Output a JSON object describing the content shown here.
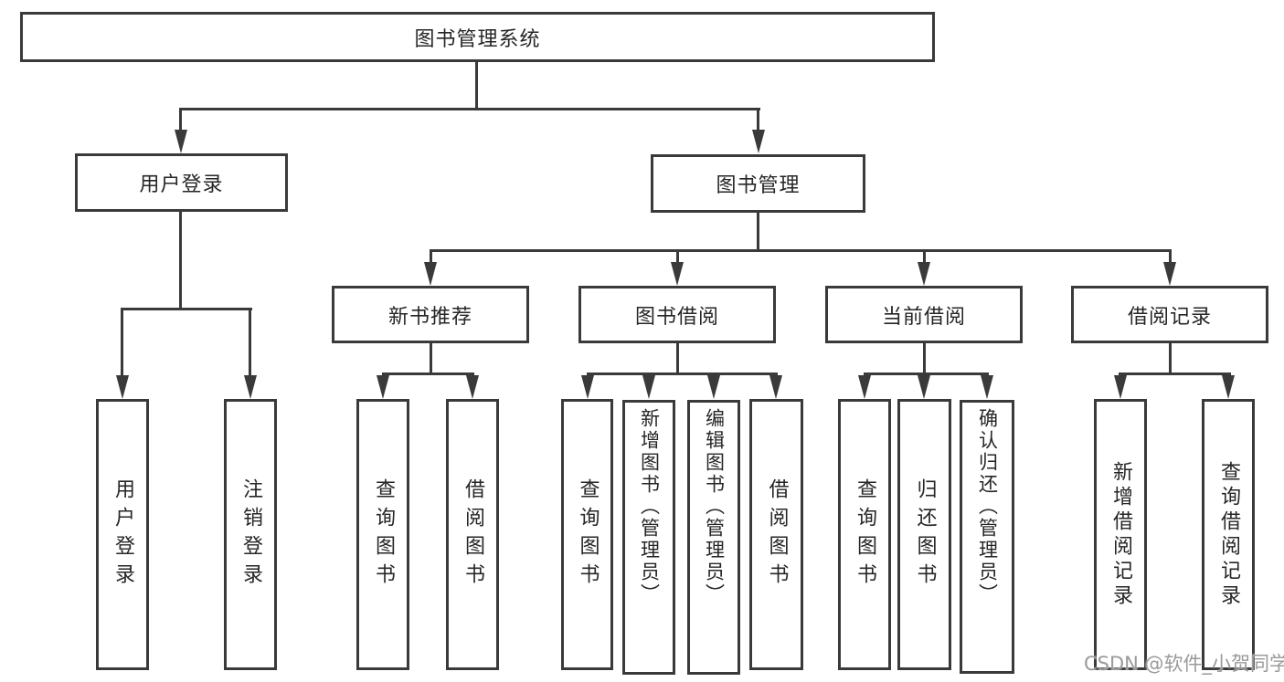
{
  "nodes": {
    "root": "图书管理系统",
    "login": "用户登录",
    "management": "图书管理",
    "recommend": "新书推荐",
    "borrow": "图书借阅",
    "current": "当前借阅",
    "records": "借阅记录",
    "login_children": [
      "用户登录",
      "注销登录"
    ],
    "recommend_children": [
      "查询图书",
      "借阅图书"
    ],
    "borrow_children": [
      "查询图书",
      "新增图书（管理员）",
      "编辑图书（管理员）",
      "借阅图书"
    ],
    "current_children": [
      "查询图书",
      "归还图书",
      "确认归还（管理员）"
    ],
    "records_children": [
      "新增借阅记录",
      "查询借阅记录"
    ]
  },
  "watermark": "CSDN @软件_小贺同学",
  "colors": {
    "line": "#3a3a3a",
    "text": "#262626",
    "watermark": "#9a9a9a",
    "background": "#ffffff"
  }
}
